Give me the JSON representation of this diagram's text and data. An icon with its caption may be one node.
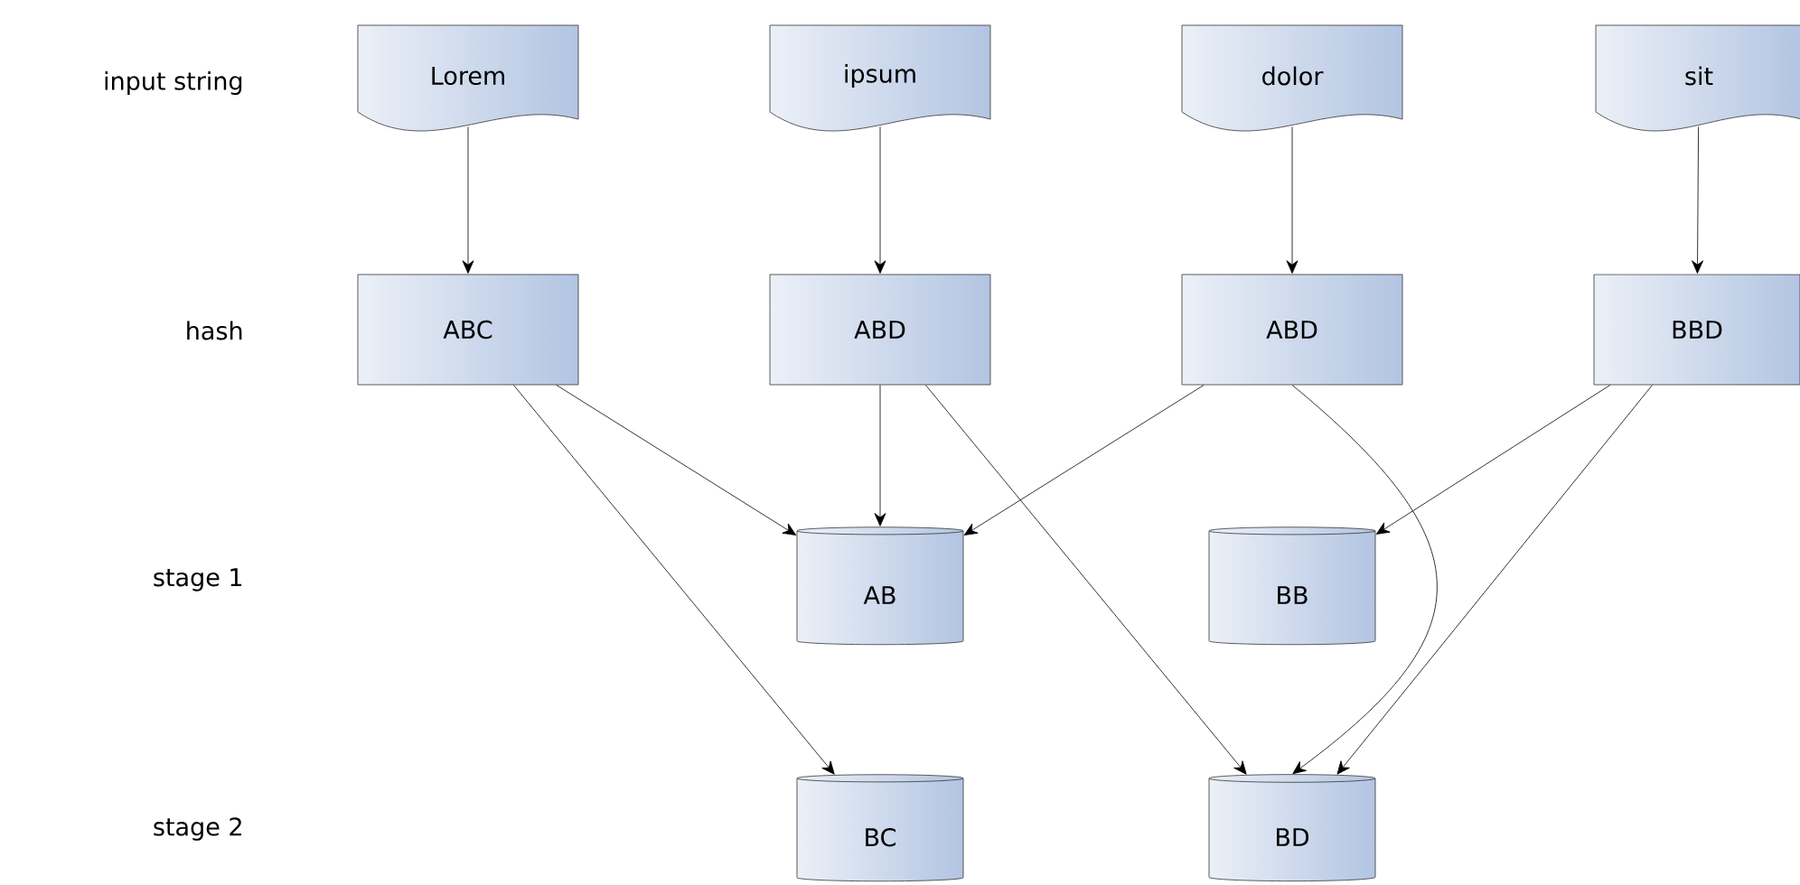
{
  "diagram": {
    "nodes": [
      {
        "text": [
          "Lorem"
        ]
      },
      {
        "text": [
          "ipsum"
        ]
      },
      {
        "text": [
          "dolor"
        ]
      },
      {
        "text": [
          "sit"
        ]
      },
      {
        "text": [
          "ABC"
        ]
      },
      {
        "text": [
          "ABD"
        ]
      },
      {
        "text": [
          "ABD"
        ]
      },
      {
        "text": [
          "BBD"
        ]
      },
      {
        "text": [
          "AB"
        ]
      },
      {
        "text": [
          "BB"
        ]
      },
      {
        "text": [
          "BC"
        ]
      },
      {
        "text": [
          "BD"
        ]
      }
    ],
    "edges": [
      {
        "from": 0,
        "to": 4,
        "arrow": "to"
      },
      {
        "from": 1,
        "to": 5,
        "arrow": "to"
      },
      {
        "from": 2,
        "to": 6,
        "arrow": "to"
      },
      {
        "from": 3,
        "to": 7,
        "arrow": "to"
      },
      {
        "from": 4,
        "to": 8,
        "arrow": "to"
      },
      {
        "from": 4,
        "to": 10,
        "arrow": "to"
      },
      {
        "from": 5,
        "to": 8,
        "arrow": "to"
      },
      {
        "from": 5,
        "to": 11,
        "arrow": "to"
      },
      {
        "from": 6,
        "to": 8,
        "arrow": "to"
      },
      {
        "from": 6,
        "to": 11,
        "arrow": "to"
      },
      {
        "from": 7,
        "to": 9,
        "arrow": "to"
      },
      {
        "from": 7,
        "to": 11,
        "arrow": "to"
      }
    ],
    "labels": [
      "input string",
      "hash",
      "stage 1",
      "stage 2"
    ]
  }
}
